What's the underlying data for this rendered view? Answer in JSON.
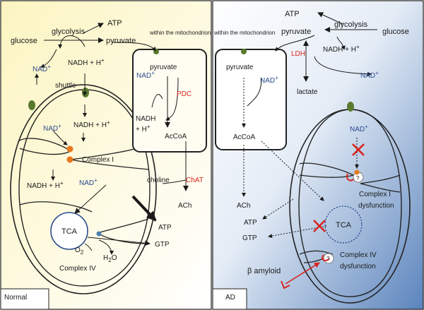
{
  "panels": {
    "normal": {
      "tag": "Normal",
      "glucose": "glucose",
      "glycolysis": "glycolysis",
      "atp_top": "ATP",
      "pyruvate": "pyruvate",
      "within": "within the mitochondrion",
      "nad": "NAD",
      "nad_sup": "+",
      "nadh": "NADH + H",
      "nadh_sup": "+",
      "shuttle": "shuttle",
      "pyruvate_in": "pyruvate",
      "nad_in": "NAD",
      "pdc": "PDC",
      "nadh_in": "NADH",
      "hplus_in": "+ H",
      "acco": "AcCoA",
      "choline": "choline",
      "chat": "ChAT",
      "ach": "ACh",
      "nad_m": "NAD",
      "nadh_m": "NADH + H",
      "complex1": "Complex I",
      "nadh_l": "NADH + H",
      "nad_l": "NAD",
      "tca": "TCA",
      "atp_out": "ATP",
      "gtp_out": "GTP",
      "o2": "O",
      "o2_sub": "2",
      "h2o": "H",
      "h2o_sub": "2",
      "h2o_o": "O",
      "complex4": "Complex IV"
    },
    "ad": {
      "tag": "AD",
      "atp_top": "ATP",
      "glycolysis": "glycolysis",
      "pyruvate": "pyruvate",
      "glucose": "glucose",
      "within": "within the mitochondrion",
      "ldh": "LDH",
      "nadh": "NADH + H",
      "nad": "NAD",
      "lactate": "lactate",
      "pyruvate_in": "pyruvate",
      "nad_in": "NAD",
      "acco": "AcCoA",
      "nad_m": "NAD",
      "complex1": "Complex I",
      "complex1_b": "dysfunction",
      "ach": "ACh",
      "atp_out": "ATP",
      "gtp_out": "GTP",
      "tca": "TCA",
      "complex4": "Complex IV",
      "complex4_b": "dysfunction",
      "amyloid": "β amyloid",
      "q": "?"
    }
  },
  "colors": {
    "normal_bg": "#fdf7cf",
    "ad_bg": "#5b84bd",
    "accent_red": "#d8241f",
    "nad_blue": "#2a4b8d",
    "porin_green": "#5a7a2d",
    "complex_orange": "#e8781e"
  }
}
